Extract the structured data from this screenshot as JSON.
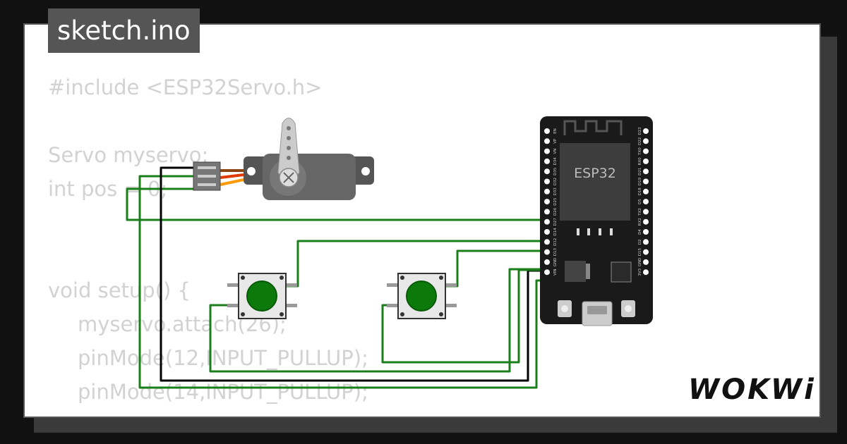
{
  "tab": {
    "label": "sketch.ino"
  },
  "code": {
    "lines": [
      {
        "text": "#include <ESP32Servo.h>",
        "indent": 0
      },
      {
        "text": "",
        "indent": 0
      },
      {
        "text": "Servo myservo;",
        "indent": 0
      },
      {
        "text": "int pos = 0;",
        "indent": 0
      },
      {
        "text": "",
        "indent": 0
      },
      {
        "text": "",
        "indent": 0
      },
      {
        "text": "void setup() {",
        "indent": 0
      },
      {
        "text": "myservo.attach(26);",
        "indent": 1
      },
      {
        "text": "pinMode(12,INPUT_PULLUP);",
        "indent": 1
      },
      {
        "text": "pinMode(14,INPUT_PULLUP);",
        "indent": 1
      }
    ]
  },
  "board": {
    "chip_label": "ESP32",
    "left_pins": [
      "EN",
      "VP",
      "VN",
      "D34",
      "D35",
      "D32",
      "D33",
      "D25",
      "D26",
      "D27",
      "D14",
      "D12",
      "D13",
      "GND",
      "VIN"
    ],
    "right_pins": [
      "D23",
      "D22",
      "TX0",
      "RX0",
      "D21",
      "D19",
      "D18",
      "D5",
      "TX2",
      "RX2",
      "D4",
      "D2",
      "D15",
      "GND",
      "3V3"
    ]
  },
  "logo": {
    "text": "WOKWi"
  },
  "colors": {
    "background": "#111111",
    "card": "#ffffff",
    "tab": "#555555",
    "code_text": "#d2d2d2",
    "wire_green": "#1a7f1a",
    "wire_black": "#000000",
    "board": "#1a1a1a",
    "chip": "#3d3d3d",
    "button_cap": "#0b7a0b"
  }
}
